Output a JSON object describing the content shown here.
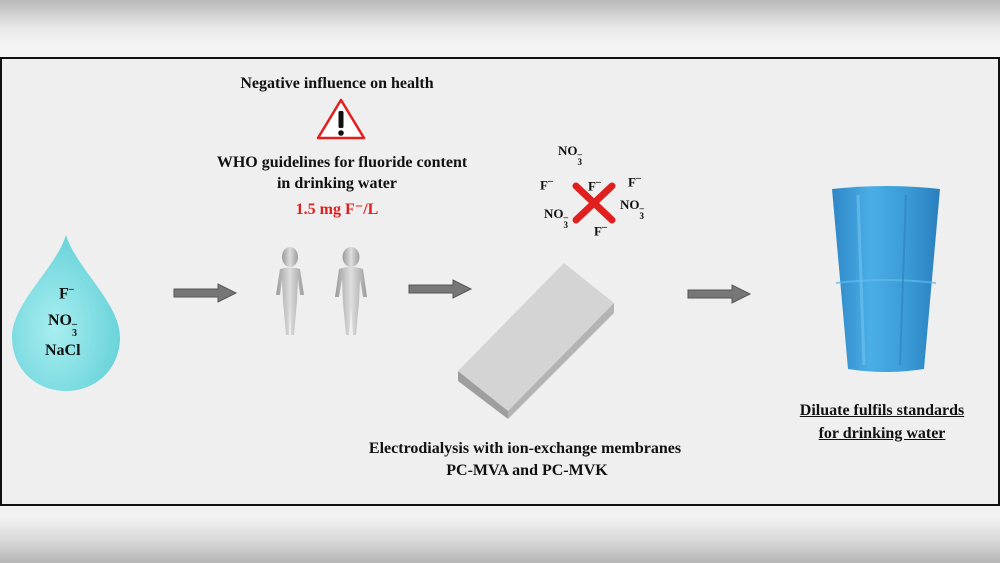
{
  "health": {
    "title": "Negative influence on health",
    "who_line1": "WHO guidelines for fluoride content",
    "who_line2": "in drinking water",
    "limit": "1.5 mg F⁻/L",
    "limit_color": "#e0201e"
  },
  "drop": {
    "ion1": "F",
    "ion1_sup": "–",
    "ion2": "NO",
    "ion2_sub": "3",
    "ion2_sup": "–",
    "ion3": "NaCl",
    "color": "#7fdfe3"
  },
  "ions_removed": {
    "no3_top": "NO",
    "no3_sub": "3",
    "no3_sup": "–",
    "f_left": "F",
    "f_sup": "–",
    "f_center": "F",
    "f_right": "F",
    "no3_right": "NO",
    "no3_left": "NO",
    "f_bottom": "F",
    "cross_color": "#e0201e"
  },
  "process": {
    "line1": "Electrodialysis with ion-exchange membranes",
    "line2": "PC-MVA and PC-MVK"
  },
  "result": {
    "line1": "Diluate fulfils standards",
    "line2": "for drinking water",
    "glass_color": "#3a9ad6"
  },
  "icons": [
    "warning-icon",
    "human-figure-icon",
    "arrow-icon",
    "membrane-block-icon",
    "cross-icon",
    "water-glass-icon",
    "water-drop-icon"
  ]
}
